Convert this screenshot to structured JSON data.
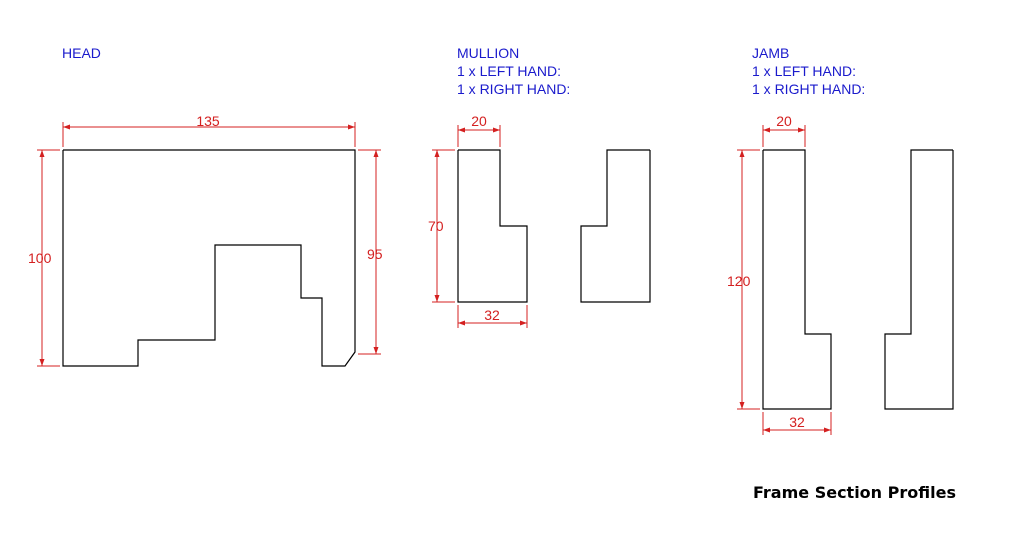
{
  "colors": {
    "profile": "#000000",
    "dimension": "#d42020",
    "label": "#1a1acc",
    "title": "#000000"
  },
  "sections": {
    "head": {
      "title": "HEAD",
      "dims": {
        "width": "135",
        "height": "100",
        "right_height": "95"
      }
    },
    "mullion": {
      "title": "MULLION",
      "left_hand": "1 x LEFT HAND:",
      "right_hand": "1 x RIGHT HAND:",
      "dims": {
        "top_width": "20",
        "height": "70",
        "bottom_width": "32"
      }
    },
    "jamb": {
      "title": "JAMB",
      "left_hand": "1 x LEFT HAND:",
      "right_hand": "1 x RIGHT HAND:",
      "dims": {
        "top_width": "20",
        "height": "120",
        "bottom_width": "32"
      }
    }
  },
  "footer": {
    "title": "Frame Section Profiles"
  }
}
